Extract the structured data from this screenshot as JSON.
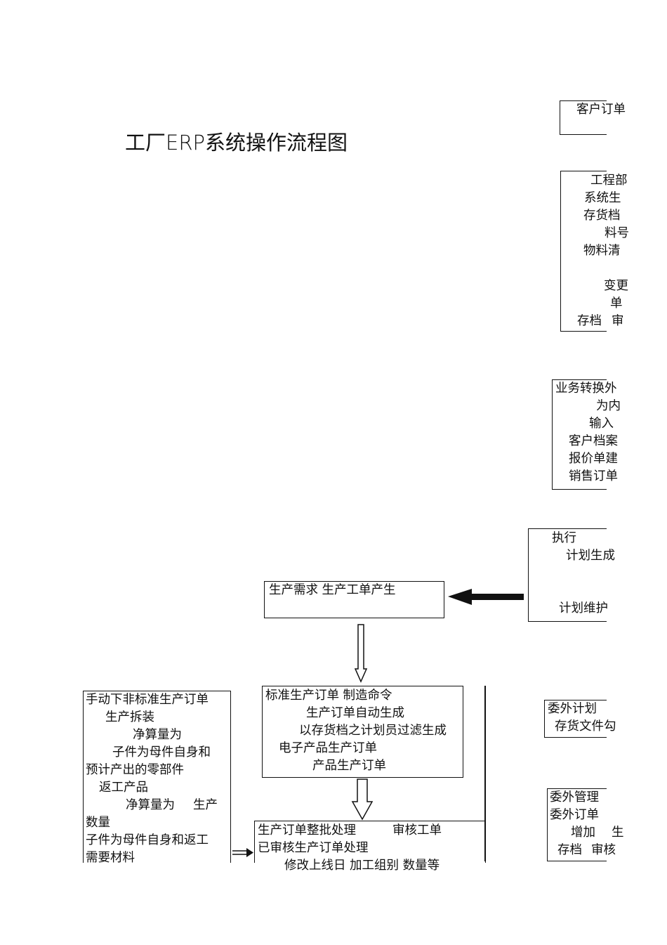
{
  "title": "工厂ERP系统操作流程图",
  "customer_order": {
    "l1": "客户订单"
  },
  "engineering": {
    "l1": "工程部",
    "l2": "系统生",
    "l3": "存货档",
    "l4": "料号",
    "l5": "物料清",
    "l6": "变更",
    "l7": "单",
    "l8a": "存档",
    "l8b": "审"
  },
  "business": {
    "l1": "业务转换外",
    "l2": "为内",
    "l3": "输入",
    "l4": "客户档案",
    "l5": "报价单建",
    "l6": "销售订单"
  },
  "plan_exec": {
    "l1": "执行",
    "l2": "计划生成",
    "l3": "计划维护"
  },
  "demand": {
    "l1": "生产需求  生产工单产生"
  },
  "standard_order": {
    "l1": "标准生产订单  制造命令",
    "l2": "生产订单自动生成",
    "l3": "以存货档之计划员过滤生成",
    "l4": "电子产品生产订单",
    "l5": "产品生产订单"
  },
  "manual_order": {
    "l1": "手动下非标准生产订单",
    "l2": "生产拆装",
    "l3": "净算量为",
    "l4": "子件为母件自身和",
    "l5": "预计产出的零部件",
    "l6": "返工产品",
    "l7a": "净算量为",
    "l7b": "生产",
    "l8": "数量",
    "l9": "子件为母件自身和返工",
    "l10": "需要材料"
  },
  "batch": {
    "l1a": "生产订单整批处理",
    "l1b": "审核工单",
    "l2": "已审核生产订单处理",
    "l3": "修改上线日  加工组别  数量等"
  },
  "outsource_plan": {
    "l1": "委外计划",
    "l2": "存货文件勾"
  },
  "outsource_mgmt": {
    "l1": "委外管理",
    "l2": "委外订单",
    "l3a": "增加",
    "l3b": "生",
    "l4a": "存档",
    "l4b": "审核"
  }
}
